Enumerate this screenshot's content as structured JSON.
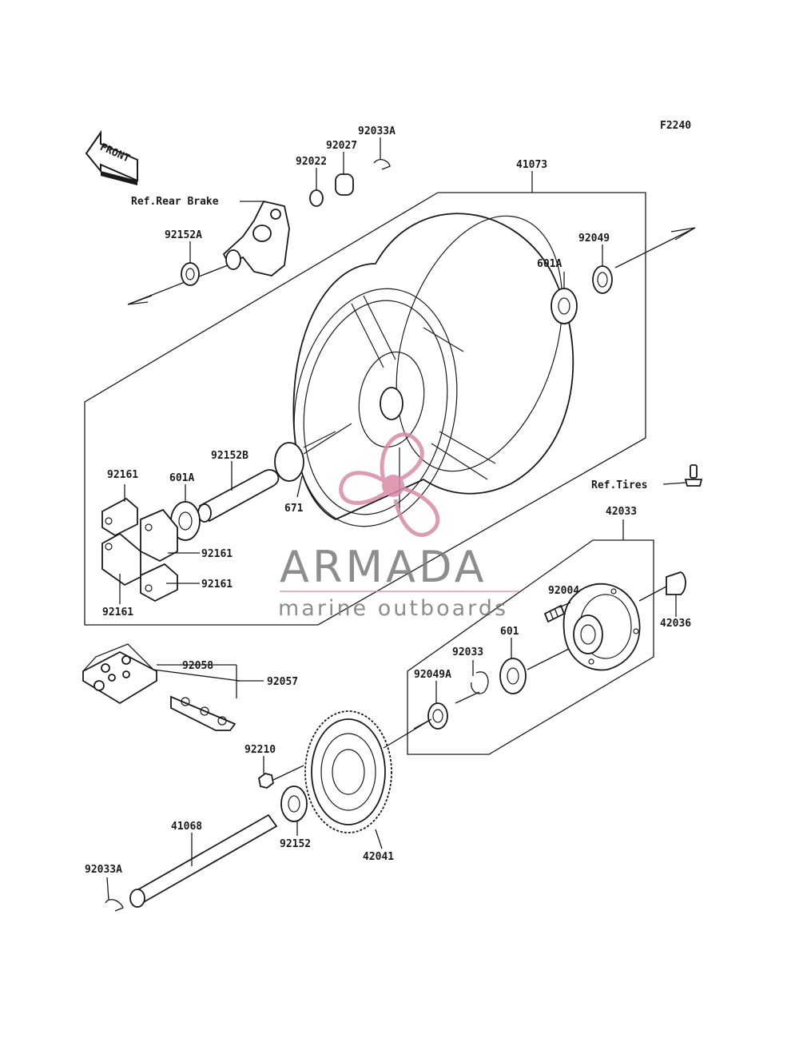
{
  "figure_code": "F2240",
  "front_arrow_text": "FRONT",
  "labels": {
    "p41073": "41073",
    "p92033A_top": "92033A",
    "p92027": "92027",
    "p92022": "92022",
    "ref_rear_brake": "Ref.Rear Brake",
    "p92152A": "92152A",
    "p92049": "92049",
    "p601A_top": "601A",
    "p92152B": "92152B",
    "p601A_left": "601A",
    "p92161_a": "92161",
    "p92161_b": "92161",
    "p92161_c": "92161",
    "p92161_d": "92161",
    "p671": "671",
    "ref_tires": "Ref.Tires",
    "p42033": "42033",
    "p92004": "92004",
    "p42036": "42036",
    "p601": "601",
    "p92033": "92033",
    "p92049A": "92049A",
    "p92058": "92058",
    "p92057": "92057",
    "p92210": "92210",
    "p41068": "41068",
    "p92152": "92152",
    "p42041": "42041",
    "p92033A_bottom": "92033A"
  },
  "watermark": {
    "brand": "ARMADA",
    "tagline": "marine outboards",
    "brand_color": "#7a7a7a",
    "accent_color": "#d98aa8"
  }
}
